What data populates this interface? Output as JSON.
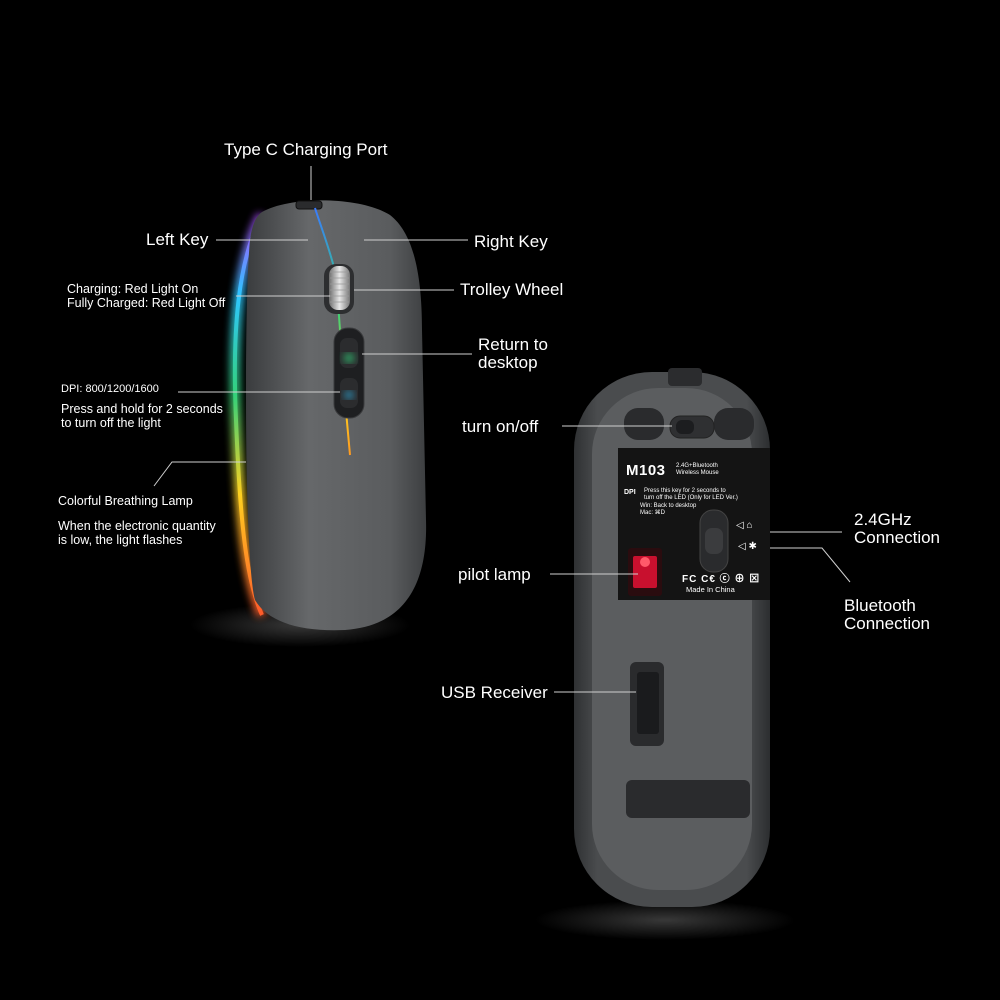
{
  "labels_top": {
    "charging_port": "Type C  Charging Port",
    "left_key": "Left Key",
    "right_key": "Right Key",
    "trolley_wheel": "Trolley Wheel",
    "return_desktop": [
      "Return to",
      "desktop"
    ]
  },
  "labels_left": {
    "charging_status": [
      "Charging: Red Light On",
      "Fully Charged: Red Light Off"
    ],
    "dpi": [
      "DPI: 800/1200/1600",
      "Press and hold for 2 seconds",
      "to turn off the light"
    ],
    "breathing_lamp": "Colorful Breathing Lamp",
    "low_power": [
      "When the electronic quantity",
      "is low, the light flashes"
    ]
  },
  "labels_bottom": {
    "power_switch": "turn on/off",
    "pilot_lamp": "pilot lamp",
    "usb_receiver": "USB Receiver",
    "connection_24": [
      "2.4GHz",
      "Connection"
    ],
    "bluetooth": [
      "Bluetooth",
      "Connection"
    ]
  },
  "sticker": {
    "model": "M103",
    "subtitle": [
      "2.4G+Bluetooth",
      "Wireless Mouse"
    ],
    "dpi_prefix": "DPI",
    "dpi_note": [
      "Press this key for 2 seconds to",
      "turn off the LED (Only for LED Ver.)"
    ],
    "win_note": "Win: Back to desktop",
    "mac_note": "Mac: ⌘D",
    "certifications": "FC C€ ⓒ ⊕ ⊠",
    "origin": "Made In China"
  },
  "colors": {
    "background": "#000000",
    "mouse_body": "#5a5c5e",
    "sticker": "#141414",
    "pilot_lamp": "#c8102e",
    "rgb_strip": [
      "#ff3b3b",
      "#ffb020",
      "#33d17a",
      "#2ec5ff",
      "#a64bff"
    ]
  }
}
